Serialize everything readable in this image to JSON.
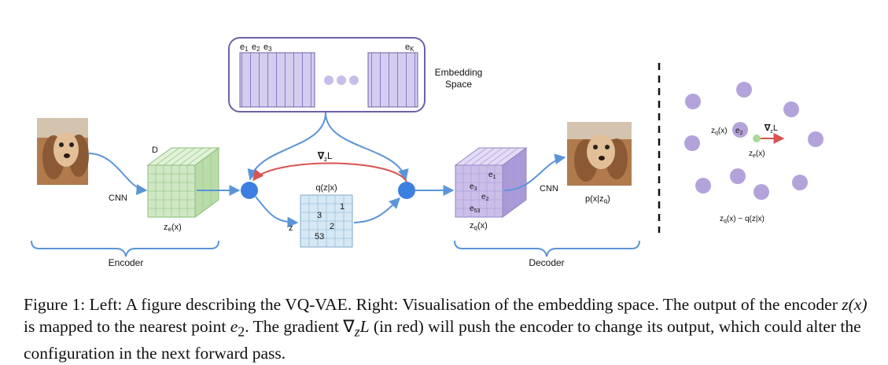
{
  "embedding": {
    "e1": "e",
    "e1_sub": "1",
    "e2": "e",
    "e2_sub": "2",
    "e3": "e",
    "e3_sub": "3",
    "eK": "e",
    "eK_sub": "K",
    "title_line1": "Embedding",
    "title_line2": "Space"
  },
  "encoder": {
    "cnn": "CNN",
    "depth": "D",
    "ze": "z",
    "ze_sub": "e",
    "ze_arg": "(x)",
    "brace": "Encoder"
  },
  "middle": {
    "grad": "∇",
    "grad_sub": "z",
    "grad_L": "L",
    "qzx": "q(z|x)",
    "z": "z",
    "grid_values": [
      "1",
      "3",
      "2",
      "53"
    ]
  },
  "decoder": {
    "cnn": "CNN",
    "zq": "z",
    "zq_sub": "q",
    "zq_arg": "(x)",
    "e1": "e",
    "e1_sub": "1",
    "e3": "e",
    "e3_sub": "3",
    "e2": "e",
    "e2_sub": "2",
    "e53": "e",
    "e53_sub": "53",
    "pxz_a": "p(x|z",
    "pxz_sub": "q",
    "pxz_b": ")",
    "brace": "Decoder"
  },
  "right": {
    "zq": "z",
    "zq_sub": "q",
    "zq_arg": "(x)",
    "e2": "e",
    "e2_sub": "2",
    "grad": "∇",
    "grad_sub": "z",
    "grad_L": "L",
    "ze": "z",
    "ze_sub": "e",
    "ze_arg": "(x)",
    "bottom_a": "z",
    "bottom_sub": "q",
    "bottom_b": "(x) ~ q(z|x)"
  },
  "caption": {
    "p1": "Figure 1: Left: A figure describing the VQ-VAE. Right: Visualisation of the embedding space. The output of the encoder ",
    "zx": "z(x)",
    "p2": " is mapped to the nearest point ",
    "e2": "e",
    "e2_sub": "2",
    "p3": ". The gradient ",
    "grad": "∇",
    "grad_sub": "z",
    "grad_L": "L",
    "p4": " (in red) will push the encoder to change its output, which could alter the configuration in the next forward pass."
  },
  "colors": {
    "blue_arrow": "#5b95d8",
    "red_arrow": "#d9534f",
    "node_blue": "#3d7fe0",
    "purple": "#b9a9dd",
    "purple_border": "#6f5fa8",
    "green": "#cfe8c3",
    "grid_blue": "#d6e8f4",
    "dot_purple": "#b3a3da",
    "dot_green": "#a8d99a"
  }
}
